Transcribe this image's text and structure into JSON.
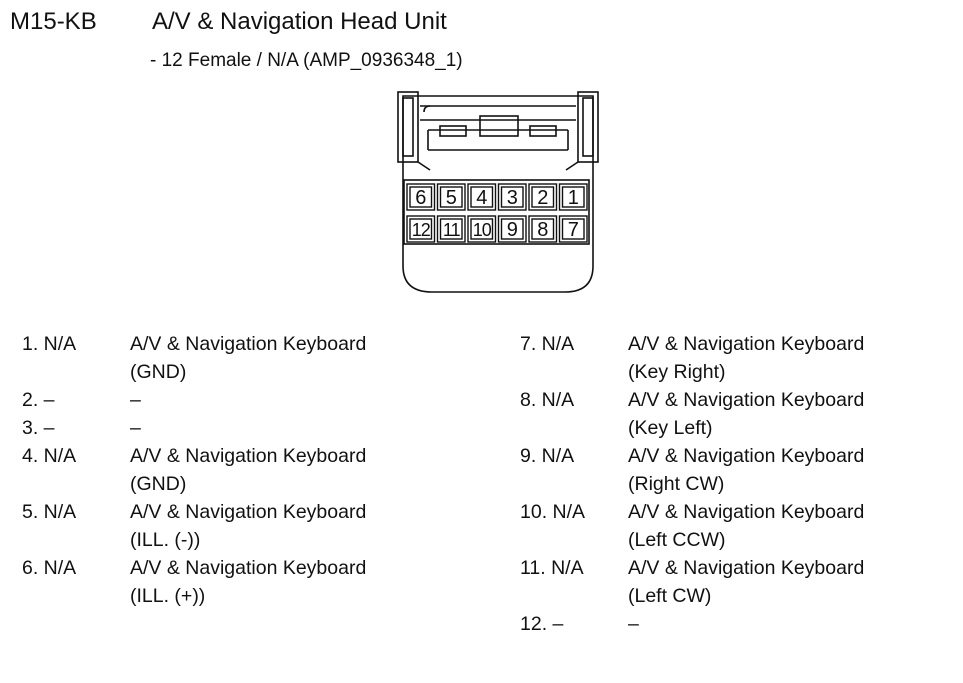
{
  "header": {
    "code": "M15-KB",
    "title": "A/V & Navigation Head Unit",
    "subtitle": "- 12 Female / N/A (AMP_0936348_1)"
  },
  "connector": {
    "top_row": [
      "6",
      "5",
      "4",
      "3",
      "2",
      "1"
    ],
    "bottom_row": [
      "12",
      "11",
      "10",
      "9",
      "8",
      "7"
    ]
  },
  "pins": {
    "left": [
      {
        "num": "1. N/A",
        "line1": "A/V & Navigation Keyboard",
        "line2": "(GND)"
      },
      {
        "num": "2. –",
        "line1": "–",
        "line2": ""
      },
      {
        "num": "3. –",
        "line1": "–",
        "line2": ""
      },
      {
        "num": "4. N/A",
        "line1": "A/V & Navigation Keyboard",
        "line2": "(GND)"
      },
      {
        "num": "5. N/A",
        "line1": "A/V & Navigation Keyboard",
        "line2": "(ILL. (-))"
      },
      {
        "num": "6. N/A",
        "line1": "A/V & Navigation Keyboard",
        "line2": "(ILL. (+))"
      }
    ],
    "right": [
      {
        "num": "7. N/A",
        "line1": "A/V & Navigation Keyboard",
        "line2": "(Key Right)"
      },
      {
        "num": "8. N/A",
        "line1": "A/V & Navigation Keyboard",
        "line2": "(Key Left)"
      },
      {
        "num": "9. N/A",
        "line1": "A/V & Navigation Keyboard",
        "line2": "(Right CW)"
      },
      {
        "num": "10. N/A",
        "line1": "A/V & Navigation Keyboard",
        "line2": "(Left CCW)"
      },
      {
        "num": "11. N/A",
        "line1": "A/V & Navigation Keyboard",
        "line2": "(Left CW)"
      },
      {
        "num": "12. –",
        "line1": "–",
        "line2": ""
      }
    ]
  }
}
